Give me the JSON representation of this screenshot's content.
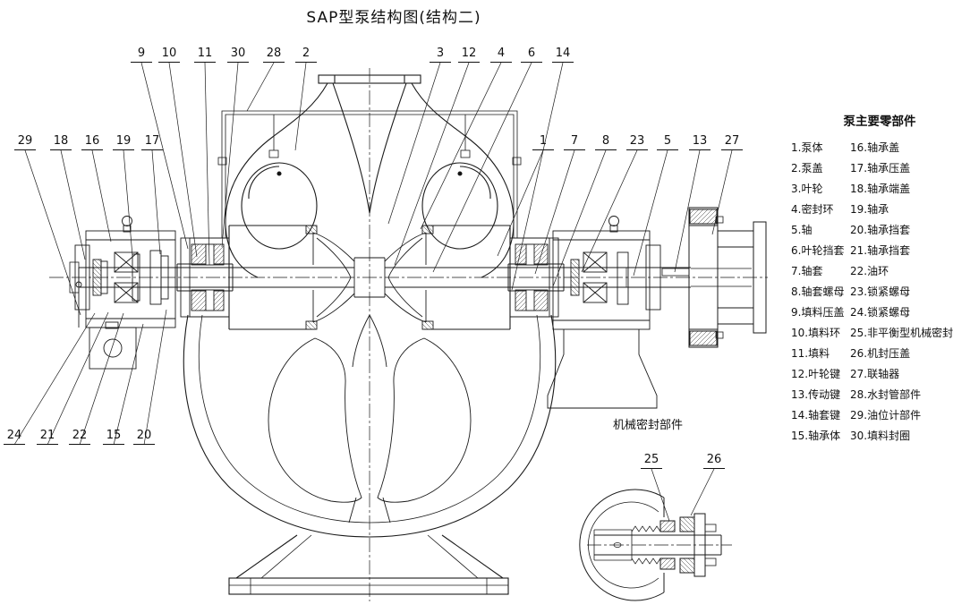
{
  "title": "SAP型泵结构图(结构二)",
  "callouts": {
    "top": [
      "9",
      "10",
      "11",
      "30",
      "28",
      "2",
      "3",
      "12",
      "4",
      "6",
      "14"
    ],
    "right": [
      "1",
      "7",
      "8",
      "23",
      "5",
      "13",
      "27"
    ],
    "left": [
      "29",
      "18",
      "16",
      "19",
      "17"
    ],
    "bottom_left": [
      "24",
      "21",
      "22",
      "15",
      "20"
    ]
  },
  "seal_detail": {
    "title": "机械密封部件",
    "callouts": [
      "25",
      "26"
    ]
  },
  "parts_list": {
    "title": "泵主要零部件",
    "rows": [
      {
        "left": "1.泵体",
        "right": "16.轴承盖"
      },
      {
        "left": "2.泵盖",
        "right": "17.轴承压盖"
      },
      {
        "left": "3.叶轮",
        "right": "18.轴承端盖"
      },
      {
        "left": "4.密封环",
        "right": "19.轴承"
      },
      {
        "left": "5.轴",
        "right": "20.轴承挡套"
      },
      {
        "left": "6.叶轮挡套",
        "right": "21.轴承挡套"
      },
      {
        "left": "7.轴套",
        "right": "22.油环"
      },
      {
        "left": "8.轴套螺母",
        "right": "23.锁紧螺母"
      },
      {
        "left": "9.填料压盖",
        "right": "24.锁紧螺母"
      },
      {
        "left": "10.填料环",
        "right": "25.非平衡型机械密封"
      },
      {
        "left": "11.填料",
        "right": "26.机封压盖"
      },
      {
        "left": "12.叶轮键",
        "right": "27.联轴器"
      },
      {
        "left": "13.传动键",
        "right": "28.水封管部件"
      },
      {
        "left": "14.轴套键",
        "right": "29.油位计部件"
      },
      {
        "left": "15.轴承体",
        "right": "30.填料封圈"
      }
    ]
  },
  "colors": {
    "line": "#1a1a1a",
    "background": "#ffffff"
  }
}
